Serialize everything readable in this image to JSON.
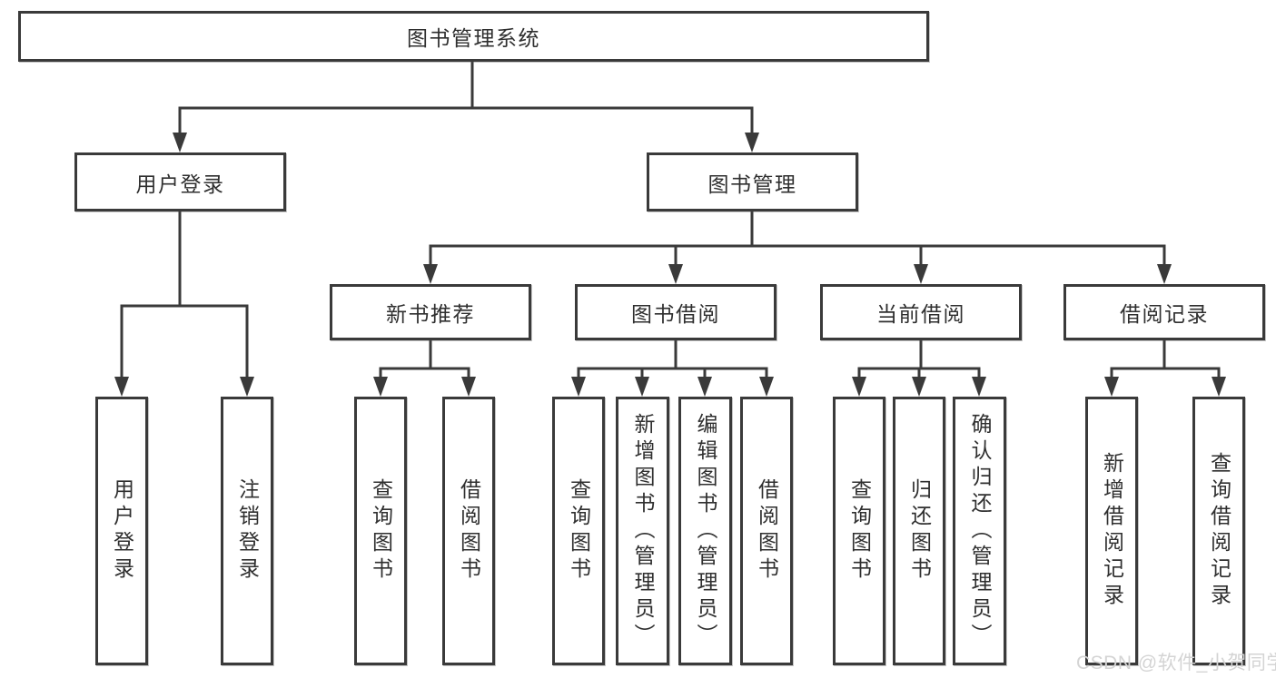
{
  "diagram_type": "hierarchy-tree",
  "colors": {
    "background": "#ffffff",
    "line": "#3a3a3a",
    "box_border": "#3a3a3a",
    "box_fill": "#ffffff",
    "text": "#2f2f2f",
    "watermark": "#d4d4d4"
  },
  "tree": {
    "root": {
      "label": "图书管理系统"
    },
    "branches": [
      {
        "label": "用户登录",
        "children": [
          {
            "label": "用户登录"
          },
          {
            "label": "注销登录"
          }
        ]
      },
      {
        "label": "图书管理",
        "children": [
          {
            "label": "新书推荐",
            "children": [
              {
                "label": "查询图书"
              },
              {
                "label": "借阅图书"
              }
            ]
          },
          {
            "label": "图书借阅",
            "children": [
              {
                "label": "查询图书"
              },
              {
                "label": "新增图书（管理员）"
              },
              {
                "label": "编辑图书（管理员）"
              },
              {
                "label": "借阅图书"
              }
            ]
          },
          {
            "label": "当前借阅",
            "children": [
              {
                "label": "查询图书"
              },
              {
                "label": "归还图书"
              },
              {
                "label": "确认归还（管理员）"
              }
            ]
          },
          {
            "label": "借阅记录",
            "children": [
              {
                "label": "新增借阅记录"
              },
              {
                "label": "查询借阅记录"
              }
            ]
          }
        ]
      }
    ]
  },
  "watermark": {
    "text": "CSDN @软件_小贺同学"
  }
}
